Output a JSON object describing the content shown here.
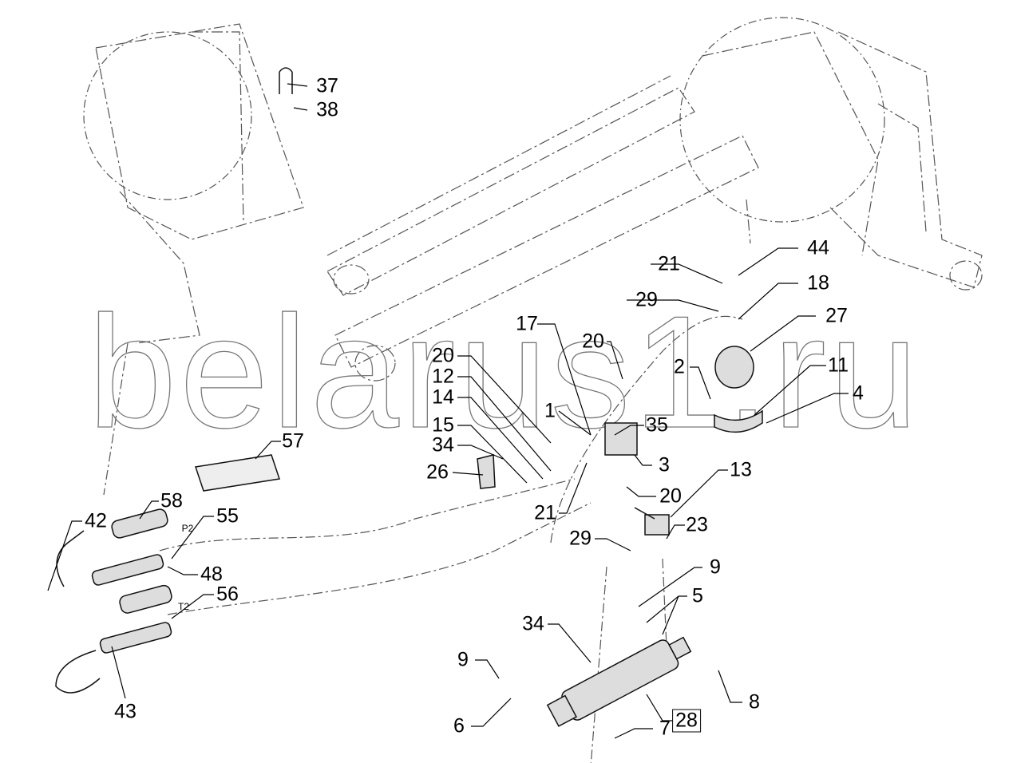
{
  "diagram": {
    "watermark": "belarus1.ru",
    "callouts": [
      "37",
      "38",
      "44",
      "21",
      "18",
      "29",
      "27",
      "17",
      "20",
      "20",
      "12",
      "2",
      "11",
      "14",
      "1",
      "4",
      "35",
      "57",
      "15",
      "34",
      "26",
      "3",
      "13",
      "20",
      "21",
      "58",
      "55",
      "42",
      "29",
      "23",
      "48",
      "9",
      "5",
      "56",
      "34",
      "9",
      "8",
      "43",
      "6",
      "7",
      "28"
    ],
    "port_labels": [
      "P2",
      "T2"
    ]
  }
}
